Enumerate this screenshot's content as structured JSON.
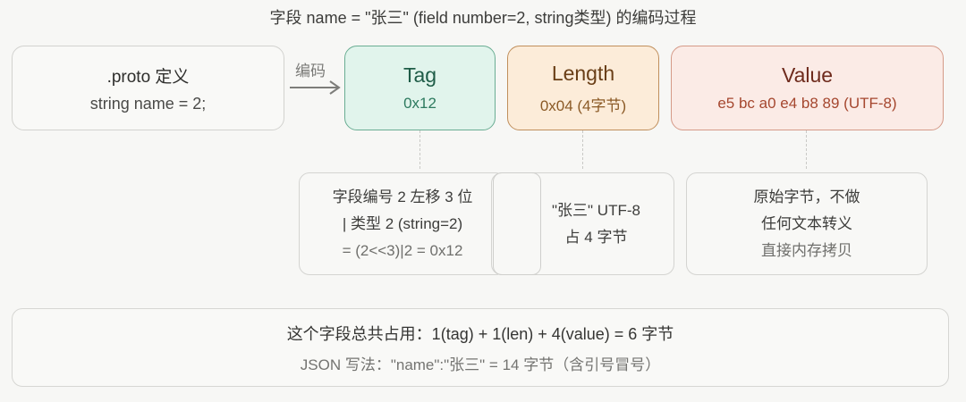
{
  "title": "字段 name = \"张三\" (field number=2, string类型) 的编码过程",
  "proto": {
    "heading": ".proto 定义",
    "code": "string name = 2;"
  },
  "arrow": {
    "label": "编码",
    "icon": "right-arrow-icon"
  },
  "segments": [
    {
      "name": "Tag",
      "value": "0x12",
      "bg": "#e1f4ec",
      "border": "#6aad93"
    },
    {
      "name": "Length",
      "value": "0x04 (4字节)",
      "bg": "#fcecd9",
      "border": "#c08f5c"
    },
    {
      "name": "Value",
      "value": "e5 bc a0 e4 b8 89 (UTF-8)",
      "bg": "#fbebe6",
      "border": "#d59a88"
    }
  ],
  "notes": {
    "tag": [
      "字段编号 2 左移 3 位",
      "| 类型 2 (string=2)",
      "= (2<<3)|2 = 0x12"
    ],
    "length": [
      "\"张三\" UTF-8",
      "占 4 字节"
    ],
    "value": [
      "原始字节，不做",
      "任何文本转义",
      "直接内存拷贝"
    ]
  },
  "summary": {
    "line1": "这个字段总共占用：1(tag) + 1(len) + 4(value) = 6 字节",
    "line2": "JSON 写法：\"name\":\"张三\" = 14 字节（含引号冒号）"
  }
}
